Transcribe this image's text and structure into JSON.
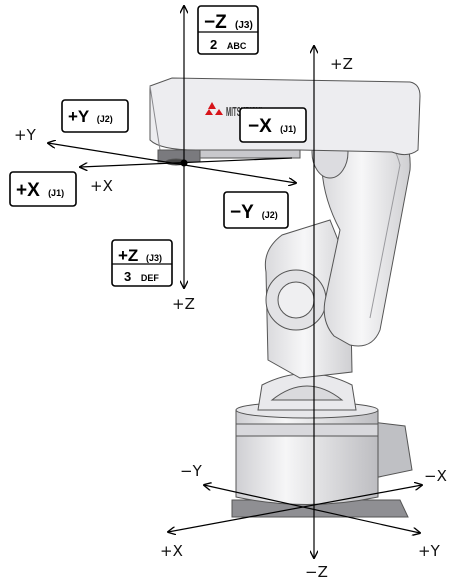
{
  "brand": {
    "text": "MITSUBISHI"
  },
  "tool_axes": {
    "plus_y": "+Y",
    "plus_x": "+X",
    "plus_z": "+Z"
  },
  "base_axes": {
    "plus_z": "+Z",
    "minus_z": "−Z",
    "minus_y": "−Y",
    "minus_x": "−X",
    "plus_x": "+X",
    "plus_y": "+Y"
  },
  "keys": {
    "minus_z": {
      "label": "−Z",
      "joint": "(J3)",
      "sub_num": "2",
      "sub_letters": "ABC"
    },
    "plus_y": {
      "label": "+Y",
      "joint": "(J2)"
    },
    "minus_x": {
      "label": "−X",
      "joint": "(J1)"
    },
    "plus_x": {
      "label": "+X",
      "joint": "(J1)"
    },
    "minus_y": {
      "label": "−Y",
      "joint": "(J2)"
    },
    "plus_z": {
      "label": "+Z",
      "joint": "(J3)",
      "sub_num": "3",
      "sub_letters": "DEF"
    }
  },
  "colors": {
    "robot_body": "#eeeeef",
    "robot_shade": "#c9c9cc",
    "robot_outline": "#555555",
    "base_dark": "#6a6a6a",
    "logo_red": "#d7141a"
  }
}
